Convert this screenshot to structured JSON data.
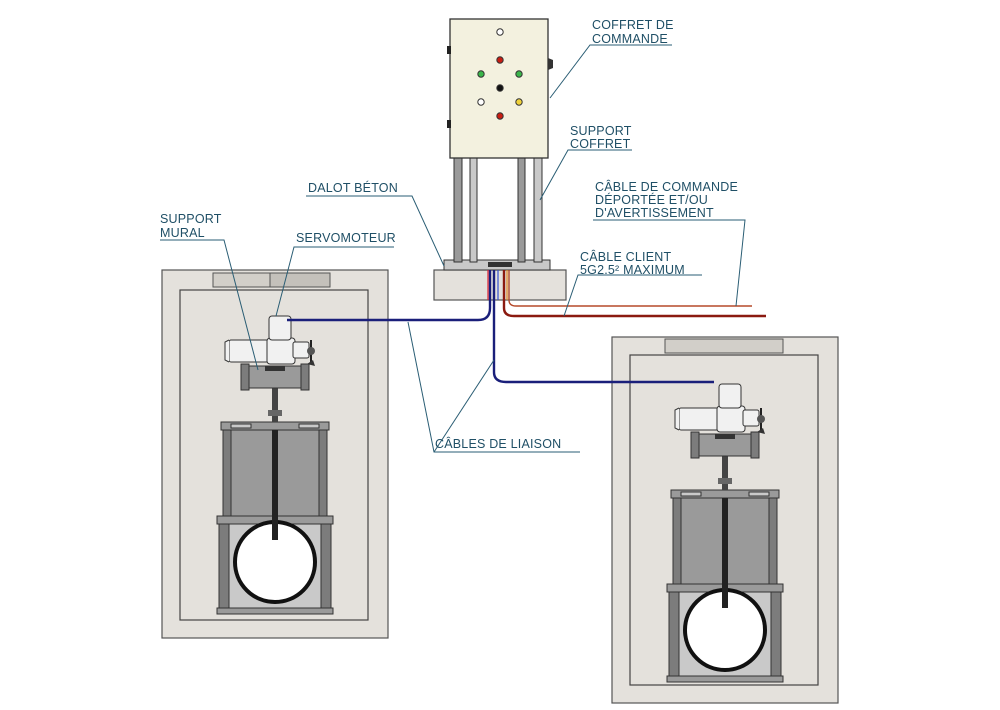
{
  "labels": {
    "coffret_line1": "COFFRET DE",
    "coffret_line2": "COMMANDE",
    "support_coffret_line1": "SUPPORT",
    "support_coffret_line2": "COFFRET",
    "dalot": "DALOT BÉTON",
    "cable_commande_line1": "CÂBLE DE COMMANDE",
    "cable_commande_line2": "DÉPORTÉE ET/OU",
    "cable_commande_line3": "D'AVERTISSEMENT",
    "support_mural_line1": "SUPPORT",
    "support_mural_line2": "MURAL",
    "servomoteur": "SERVOMOTEUR",
    "cable_client_line1": "CÂBLE CLIENT",
    "cable_client_line2": "5G2.5² MAXIMUM",
    "cables_liaison": "CÂBLES DE LIAISON"
  },
  "colors": {
    "label_text": "#1f4f66",
    "cable_liaison": "#1a1f7a",
    "cable_client": "#8b1a10",
    "cabinet": "#f3f1df",
    "concrete": "#e4e1dc"
  },
  "panel_lights": [
    "white",
    "red",
    "green",
    "green",
    "black",
    "white",
    "yellow",
    "red"
  ]
}
